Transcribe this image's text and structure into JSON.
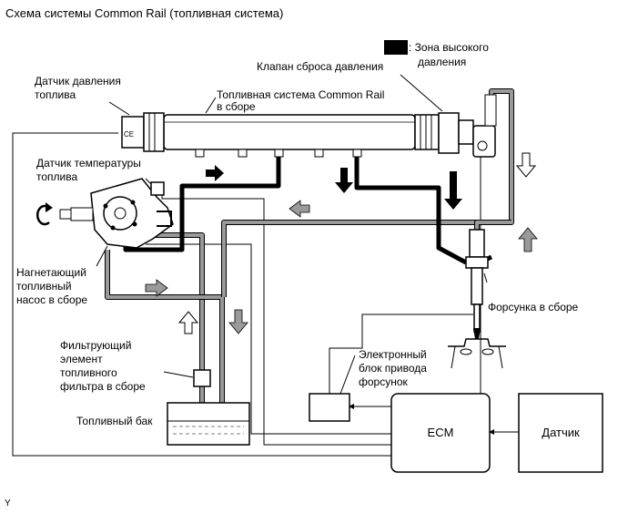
{
  "title": "Схема системы Common Rail (топливная система)",
  "legend": {
    "text_line1": ": Зона высокого",
    "text_line2": "давления"
  },
  "labels": {
    "pressure_sensor_l1": "Датчик давления",
    "pressure_sensor_l2": "топлива",
    "relief_valve": "Клапан сброса давления",
    "rail_l1": "Топливная система Common Rail",
    "rail_l2": "в сборе",
    "temp_sensor_l1": "Датчик температуры",
    "temp_sensor_l2": "топлива",
    "pump_l1": "Нагнетающий",
    "pump_l2": "топливный",
    "pump_l3": "насос в сборе",
    "filter_l1": "Фильтрующий",
    "filter_l2": "элемент",
    "filter_l3": "топливного",
    "filter_l4": "фильтра в сборе",
    "tank": "Топливный бак",
    "injector": "Форсунка в сборе",
    "edu_l1": "Электронный",
    "edu_l2": "блок привода",
    "edu_l3": "форсунок",
    "ecm": "ECM",
    "sensor": "Датчик",
    "corner_mark": "Y"
  },
  "colors": {
    "high_pressure": "#000000",
    "low_pressure": "#9a9a9a",
    "line": "#000000",
    "background": "#ffffff"
  }
}
